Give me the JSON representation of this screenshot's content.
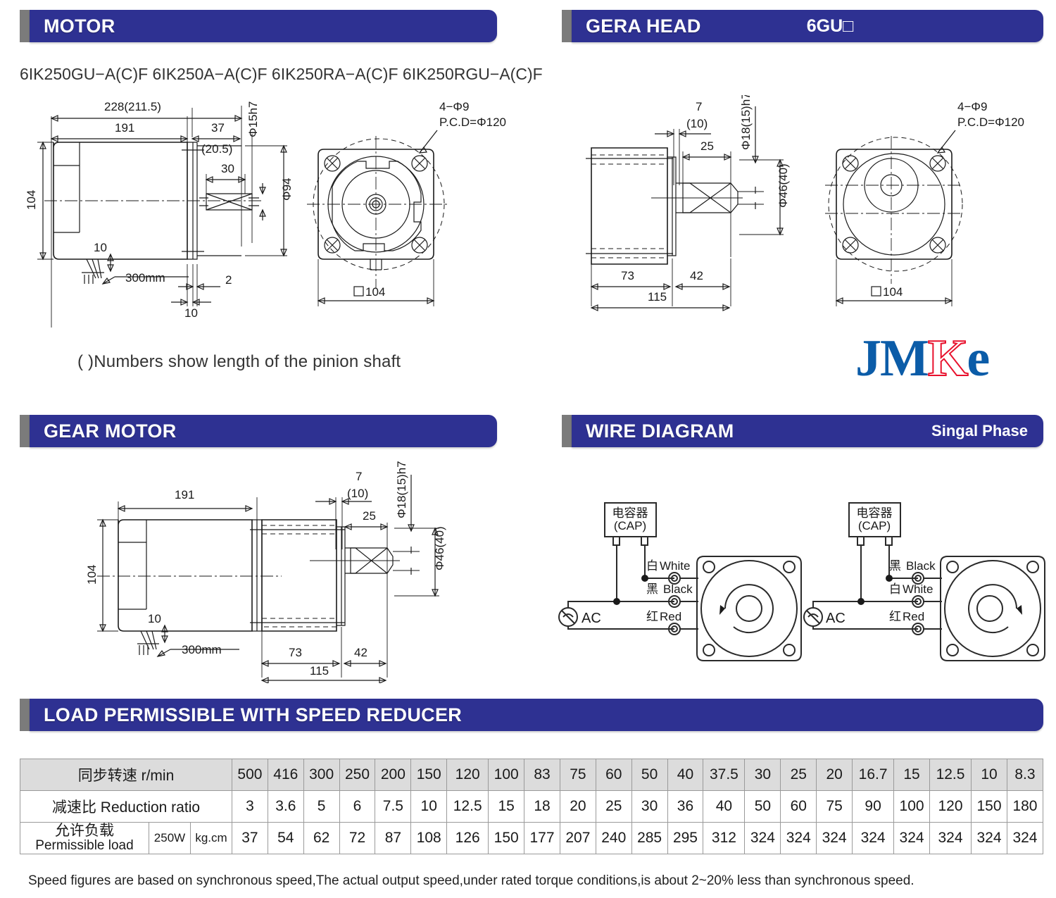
{
  "sections": {
    "motor": {
      "title": "MOTOR",
      "models": "6IK250GU−A(C)F   6IK250A−A(C)F   6IK250RA−A(C)F   6IK250RGU−A(C)F",
      "dims": {
        "overall": "228(211.5)",
        "body": "191",
        "shaft_zone": "37",
        "shaft_zone_alt": "(20.5)",
        "key_len": "30",
        "height": "104",
        "shaft_dia": "Φ15h7",
        "body_dia": "Φ94",
        "lead_offset": "10",
        "lead_len": "300mm",
        "gap": "2",
        "plate": "10",
        "holes": "4−Φ9",
        "pcd": "P.C.D=Φ120",
        "square": "104"
      },
      "footnote": "( )Numbers show length of the pinion shaft"
    },
    "gera_head": {
      "title": "GERA HEAD",
      "model": "6GU□",
      "dims": {
        "step": "7",
        "step_alt": "(10)",
        "key_len": "25",
        "shaft_dia": "Φ18(15)h7",
        "boss_dia": "Φ46(40)",
        "body_len": "73",
        "shaft_len": "42",
        "total": "115",
        "holes": "4−Φ9",
        "pcd": "P.C.D=Φ120",
        "square": "104"
      }
    },
    "gear_motor": {
      "title": "GEAR MOTOR",
      "dims": {
        "body": "191",
        "height": "104",
        "lead_offset": "10",
        "lead_len": "300mm",
        "step": "7",
        "step_alt": "(10)",
        "key_len": "25",
        "shaft_dia": "Φ18(15)h7",
        "boss_dia": "Φ46(40)",
        "gear_len": "73",
        "shaft_len": "42",
        "total": "115"
      }
    },
    "wire_diagram": {
      "title": "WIRE DIAGRAM",
      "phase": "Singal Phase",
      "left": {
        "cap_cn": "电容器",
        "cap_en": "(CAP)",
        "source": "AC",
        "leads": [
          {
            "cn": "白",
            "en": "White"
          },
          {
            "cn": "黑",
            "en": "Black"
          },
          {
            "cn": "红",
            "en": "Red"
          }
        ],
        "rotation": "counter-clockwise"
      },
      "right": {
        "cap_cn": "电容器",
        "cap_en": "(CAP)",
        "source": "AC",
        "leads": [
          {
            "cn": "黑",
            "en": "Black"
          },
          {
            "cn": "白",
            "en": "White"
          },
          {
            "cn": "红",
            "en": "Red"
          }
        ],
        "rotation": "clockwise"
      }
    },
    "load_table": {
      "title": "LOAD PERMISSIBLE WITH SPEED REDUCER",
      "row_labels": {
        "speed": "同步转速 r/min",
        "ratio": "减速比 Reduction ratio",
        "load_cn": "允许负载",
        "load_en": "Permissible load",
        "power": "250W",
        "unit": "kg.cm"
      },
      "speeds": [
        "500",
        "416",
        "300",
        "250",
        "200",
        "150",
        "120",
        "100",
        "83",
        "75",
        "60",
        "50",
        "40",
        "37.5",
        "30",
        "25",
        "20",
        "16.7",
        "15",
        "12.5",
        "10",
        "8.3"
      ],
      "ratios": [
        "3",
        "3.6",
        "5",
        "6",
        "7.5",
        "10",
        "12.5",
        "15",
        "18",
        "20",
        "25",
        "30",
        "36",
        "40",
        "50",
        "60",
        "75",
        "90",
        "100",
        "120",
        "150",
        "180"
      ],
      "loads": [
        "37",
        "54",
        "62",
        "72",
        "87",
        "108",
        "126",
        "150",
        "177",
        "207",
        "240",
        "285",
        "295",
        "312",
        "324",
        "324",
        "324",
        "324",
        "324",
        "324",
        "324",
        "324"
      ],
      "footnote": "Speed figures are based on synchronous speed,The actual output speed,under rated torque conditions,is about 2~20% less than synchronous speed."
    }
  },
  "logo": {
    "blue1": "JM",
    "red": "K",
    "blue2": "e",
    "color_blue": "#0b5ca8",
    "color_red": "#e8112d"
  },
  "theme": {
    "header_blue": "#2e3192",
    "header_tab": "#7b7b7b",
    "table_head": "#dcdcdc"
  }
}
